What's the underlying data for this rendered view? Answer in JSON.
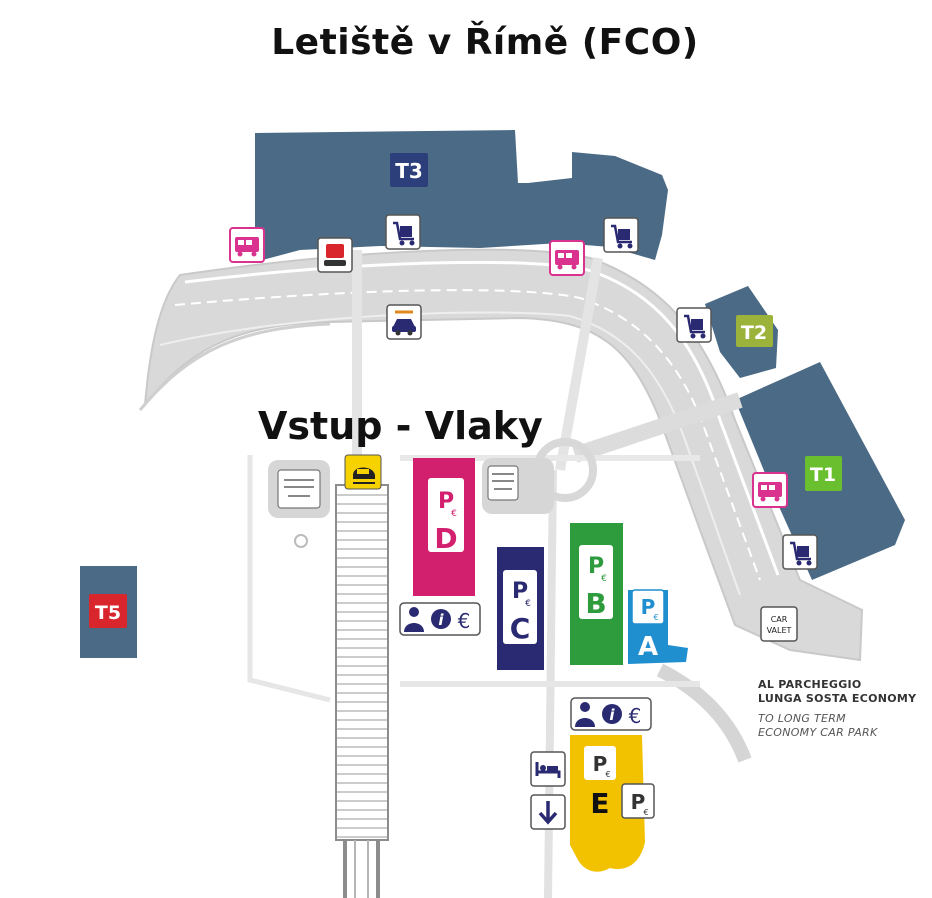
{
  "title": "Letiště v Římě (FCO)",
  "subtitle": "Vstup - Vlaky",
  "colors": {
    "terminal": "#4b6a85",
    "road": "#d9d9d9",
    "parking_d": "#d21f6e",
    "parking_c": "#2a2a72",
    "parking_b": "#2e9b3d",
    "parking_a": "#1f8fd0",
    "parking_e": "#f2c200",
    "t2_badge": "#9bb33b",
    "t1_badge": "#6abf2f",
    "t5_badge": "#d8262c",
    "train": "#f5d200",
    "bus": "#d9338f"
  },
  "terminals": {
    "t1": "T1",
    "t2": "T2",
    "t3": "T3",
    "t5": "T5"
  },
  "parking": {
    "p_letter": "P",
    "euro": "€",
    "a": "A",
    "b": "B",
    "c": "C",
    "d": "D",
    "e": "E"
  },
  "info": {
    "symbol": "i",
    "euro": "€"
  },
  "car_valet": [
    "CAR",
    "VALET"
  ],
  "economy_parking": {
    "italian": [
      "AL PARCHEGGIO",
      "LUNGA SOSTA ECONOMY"
    ],
    "english": [
      "TO LONG TERM",
      "ECONOMY CAR PARK"
    ]
  },
  "icons": [
    "train-icon",
    "bus-icon",
    "baggage-trolley-icon",
    "taxi-icon",
    "car-rental-icon",
    "hotel-icon",
    "arrow-down-icon",
    "info-icon",
    "parking-icon"
  ]
}
